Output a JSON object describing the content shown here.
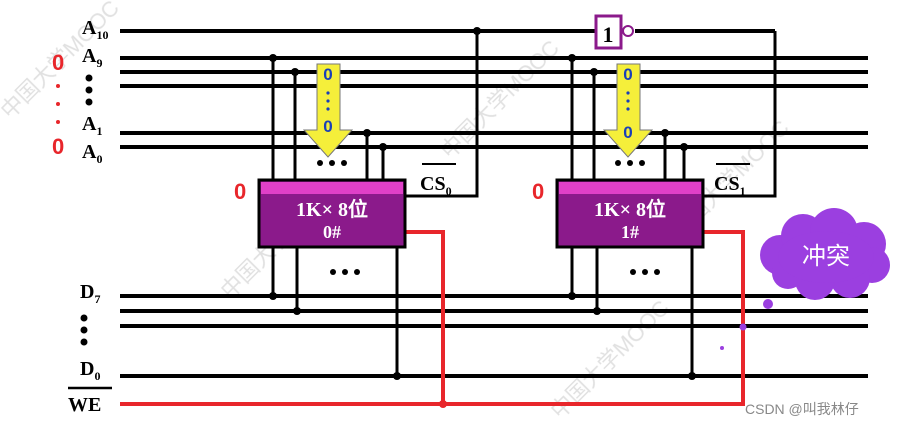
{
  "address_labels": {
    "a10": {
      "base": "A",
      "sub": "10"
    },
    "a9": {
      "base": "A",
      "sub": "9"
    },
    "a1": {
      "base": "A",
      "sub": "1"
    },
    "a0": {
      "base": "A",
      "sub": "0"
    }
  },
  "data_labels": {
    "d7": {
      "base": "D",
      "sub": "7"
    },
    "d0": {
      "base": "D",
      "sub": "0"
    }
  },
  "we_label": "WE",
  "left_zeros": [
    "0",
    "0"
  ],
  "chip0": {
    "title": "1K× 8位",
    "number": "0#",
    "cs_label": {
      "base": "CS",
      "sub": "0"
    },
    "cs_value": "0"
  },
  "chip1": {
    "title": "1K× 8位",
    "number": "1#",
    "cs_label": {
      "base": "CS",
      "sub": "1"
    },
    "cs_value": "0"
  },
  "arrow_bits": [
    "0",
    "0"
  ],
  "inverter_label": "1",
  "conflict_label": "冲突",
  "watermark_text": "CSDN @叫我林仔",
  "mooc_watermark": "中国大学MOOC",
  "colors": {
    "chip_fill": "#8b1a8b",
    "chip_band": "#e040c8",
    "arrow_fill": "#f5ef3a",
    "cloud_fill": "#9b3fe0",
    "red_wire": "#e8262b",
    "inverter_border": "#8b1a8b"
  }
}
